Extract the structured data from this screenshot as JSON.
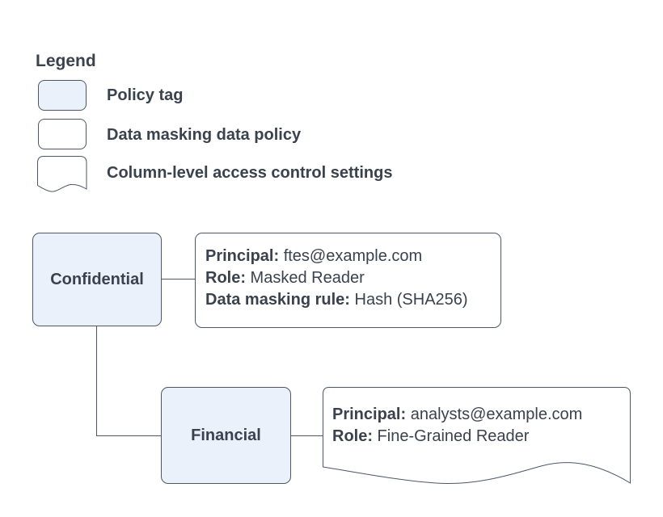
{
  "colors": {
    "node_fill": "#eaf1fb",
    "box_fill": "#ffffff",
    "stroke": "#4d5766",
    "text": "#3a424e"
  },
  "legend": {
    "title": "Legend",
    "items": [
      {
        "shape": "policy-tag-rounded-rect-blue",
        "label": "Policy tag"
      },
      {
        "shape": "data-policy-rounded-rect-white",
        "label": "Data masking data policy"
      },
      {
        "shape": "document-wave",
        "label": "Column-level access control settings"
      }
    ]
  },
  "nodes": {
    "confidential": {
      "label": "Confidential"
    },
    "financial": {
      "label": "Financial"
    }
  },
  "policies": {
    "masked": {
      "lines": [
        {
          "key": "Principal:",
          "value": " ftes@example.com"
        },
        {
          "key": "Role:",
          "value": " Masked Reader"
        },
        {
          "key": "Data masking rule:",
          "value": " Hash (SHA256)"
        }
      ]
    },
    "fine_grained": {
      "lines": [
        {
          "key": "Principal:",
          "value": " analysts@example.com"
        },
        {
          "key": "Role:",
          "value": " Fine-Grained Reader"
        }
      ]
    }
  }
}
